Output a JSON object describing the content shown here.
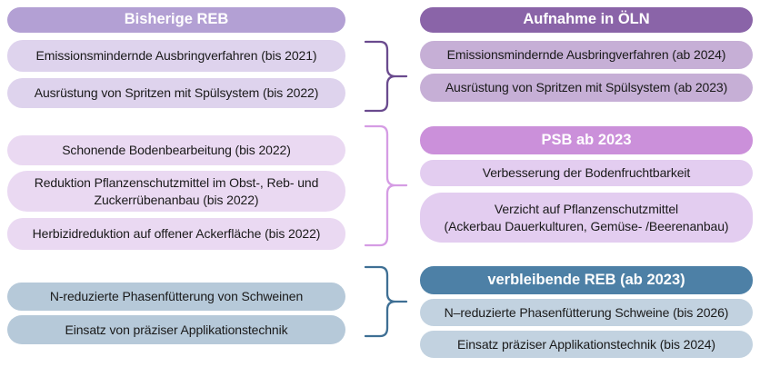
{
  "diagram": {
    "background": "#ffffff",
    "text_color": "#1a1a1a",
    "left_column": {
      "header": {
        "label": "Bisherige REB",
        "bg": "#b3a0d4",
        "text_color": "#ffffff"
      },
      "groups": [
        {
          "items": [
            {
              "text": "Emissionsmindernde Ausbringverfahren (bis 2021)",
              "bg": "#ded3ed"
            },
            {
              "text": "Ausrüstung von Spritzen mit Spülsystem (bis 2022)",
              "bg": "#ded3ed"
            }
          ]
        },
        {
          "items": [
            {
              "text": "Schonende Bodenbearbeitung (bis 2022)",
              "bg": "#ead9f2"
            },
            {
              "line1": "Reduktion Pflanzenschutzmittel im Obst-, Reb- und",
              "line2": "Zuckerrübenanbau (bis 2022)",
              "bg": "#ead9f2"
            },
            {
              "text": "Herbizidreduktion auf offener Ackerfläche (bis 2022)",
              "bg": "#ead9f2"
            }
          ]
        },
        {
          "items": [
            {
              "text": "N-reduzierte Phasenfütterung von Schweinen",
              "bg": "#b6c9d9"
            },
            {
              "text": "Einsatz von präziser Applikationstechnik",
              "bg": "#b6c9d9"
            }
          ]
        }
      ]
    },
    "right_column": {
      "groups": [
        {
          "header": {
            "label": "Aufnahme in ÖLN",
            "bg": "#8a64a8"
          },
          "items": [
            {
              "text": "Emissionsmindernde Ausbringverfahren (ab 2024)",
              "bg": "#c6afd6"
            },
            {
              "text": "Ausrüstung von Spritzen mit Spülsystem (ab 2023)",
              "bg": "#c6afd6"
            }
          ]
        },
        {
          "header": {
            "label": "PSB ab 2023",
            "bg": "#cb90da"
          },
          "items": [
            {
              "text": "Verbesserung der Bodenfruchtbarkeit",
              "bg": "#e3cdf0"
            },
            {
              "line1": "Verzicht auf Pflanzenschutzmittel",
              "line2": "(Ackerbau Dauerkulturen, Gemüse- /Beerenanbau)",
              "bg": "#e3cdf0"
            }
          ]
        },
        {
          "header": {
            "label": "verbleibende REB (ab 2023)",
            "bg": "#4d80a6"
          },
          "items": [
            {
              "text": "N–reduzierte Phasenfütterung Schweine (bis 2026)",
              "bg": "#c2d2e0"
            },
            {
              "text": "Einsatz präziser Applikationstechnik (bis 2024)",
              "bg": "#c2d2e0"
            }
          ]
        }
      ]
    },
    "braces": [
      {
        "color": "#6a4a8e"
      },
      {
        "color": "#d59ce4"
      },
      {
        "color": "#3e6f94"
      }
    ]
  }
}
